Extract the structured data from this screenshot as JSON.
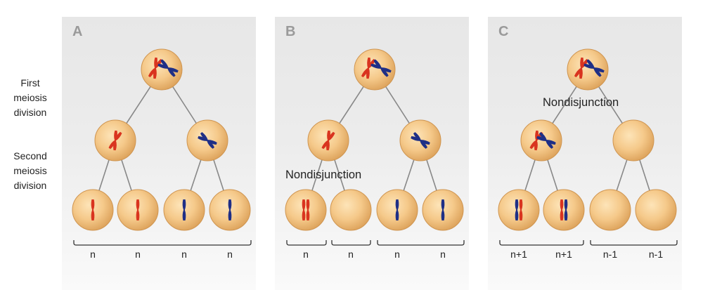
{
  "row_labels": {
    "first": [
      "First",
      "meiosis",
      "division"
    ],
    "second": [
      "Second",
      "meiosis",
      "division"
    ]
  },
  "panels": [
    {
      "letter": "A",
      "nondisjunction": "",
      "gametes": [
        "n",
        "n",
        "n",
        "n"
      ]
    },
    {
      "letter": "B",
      "nondisjunction": "Nondisjunction",
      "gametes": [
        "n",
        "n",
        "n",
        "n"
      ]
    },
    {
      "letter": "C",
      "nondisjunction": "Nondisjunction",
      "gametes": [
        "n+1",
        "n+1",
        "n-1",
        "n-1"
      ]
    }
  ],
  "colors": {
    "cell_fill": "#f5c98a",
    "chromosome_red": "#d9341f",
    "chromosome_blue": "#1f2f86",
    "line": "#888888",
    "bracket": "#333333"
  }
}
